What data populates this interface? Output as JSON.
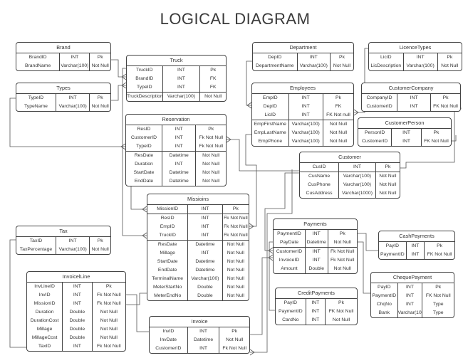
{
  "title": "LOGICAL DIAGRAM",
  "tables": [
    {
      "id": "brand",
      "name": "Brand",
      "sep": [],
      "rows": [
        [
          "BrandID",
          "INT",
          "Pk"
        ],
        [
          "BrandName",
          "Varchar(100)",
          "Not Null"
        ]
      ]
    },
    {
      "id": "types",
      "name": "Types",
      "sep": [],
      "rows": [
        [
          "TypeID",
          "INT",
          "Pk"
        ],
        [
          "TypeName",
          "Varchar(100)",
          "Not Null"
        ]
      ]
    },
    {
      "id": "truck",
      "name": "Truck",
      "sep": [
        3
      ],
      "rows": [
        [
          "TruckID",
          "INT",
          "Pk"
        ],
        [
          "BrandID",
          "INT",
          "FK"
        ],
        [
          "TypeID",
          "INT",
          "FK"
        ],
        [
          "TruckDescription",
          "Varchar(100)",
          "Not Null"
        ]
      ]
    },
    {
      "id": "department",
      "name": "Department",
      "sep": [],
      "rows": [
        [
          "DepID",
          "INT",
          "Pk"
        ],
        [
          "DepartmentName",
          "Varchar(100)",
          "Not Null"
        ]
      ]
    },
    {
      "id": "licencetypes",
      "name": "LicenceTypes",
      "sep": [],
      "rows": [
        [
          "LicID",
          "INT",
          "Pk"
        ],
        [
          "LicDescription",
          "Varchar(100)",
          "Not Null"
        ]
      ]
    },
    {
      "id": "employees",
      "name": "Employees",
      "sep": [
        3
      ],
      "rows": [
        [
          "EmpID",
          "INT",
          "Pk"
        ],
        [
          "DepID",
          "INT",
          "FK"
        ],
        [
          "LicID",
          "INT",
          "FK Not null"
        ],
        [
          "EmpFirstName",
          "Varchar(100)",
          "Not Null"
        ],
        [
          "EmpLastName",
          "Varchar(100)",
          "Not Null"
        ],
        [
          "EmpPhone",
          "Varchar(100)",
          "Not Null"
        ]
      ]
    },
    {
      "id": "customercompany",
      "name": "CustomerCompany",
      "sep": [],
      "rows": [
        [
          "CompanyID",
          "INT",
          "Pk"
        ],
        [
          "CustomerID",
          "INT",
          "FK Not Null"
        ]
      ]
    },
    {
      "id": "customerperson",
      "name": "CustomerPerson",
      "sep": [],
      "rows": [
        [
          "PersonID",
          "INT",
          "Pk"
        ],
        [
          "CustomerID",
          "INT",
          "FK Not Null"
        ]
      ]
    },
    {
      "id": "reservation",
      "name": "Reservation",
      "sep": [
        3
      ],
      "rows": [
        [
          "ResID",
          "INT",
          "Pk"
        ],
        [
          "CustomerID",
          "INT",
          "Fk Not Null"
        ],
        [
          "TypeID",
          "INT",
          "Fk Not Null"
        ],
        [
          "ResDate",
          "Datetime",
          "Not Null"
        ],
        [
          "Duration",
          "INT",
          "Not Null"
        ],
        [
          "StartDate",
          "Datetime",
          "Not Null"
        ],
        [
          "EndDate",
          "Datetime",
          "Not Null"
        ]
      ]
    },
    {
      "id": "customer",
      "name": "Customer",
      "sep": [
        1
      ],
      "rows": [
        [
          "CusID",
          "INT",
          "Pk"
        ],
        [
          "CusName",
          "Varchar(100)",
          "Not Null"
        ],
        [
          "CusPhone",
          "Varchar(100)",
          "Not Null"
        ],
        [
          "CusAddress",
          "Varchar(1000)",
          "Not Null"
        ]
      ]
    },
    {
      "id": "missions",
      "name": "Missioins",
      "sep": [
        1,
        4
      ],
      "rows": [
        [
          "MissionID",
          "INT",
          "Pk"
        ],
        [
          "ResID",
          "INT",
          "Fk Not Null"
        ],
        [
          "EmpID",
          "INT",
          "Fk Not Null"
        ],
        [
          "TruckID",
          "INT",
          "Fk Not Null"
        ],
        [
          "ResDate",
          "Datetime",
          "Not Null"
        ],
        [
          "Millage",
          "INT",
          "Not Null"
        ],
        [
          "StartDate",
          "Datetime",
          "Not Null"
        ],
        [
          "EndDate",
          "Datetime",
          "Not Null"
        ],
        [
          "TerminalName",
          "Varchar(100)",
          "Not Null"
        ],
        [
          "MeterStartNo",
          "Double",
          "Not Null"
        ],
        [
          "MeterEndNo",
          "Double",
          "Not Null"
        ]
      ]
    },
    {
      "id": "tax",
      "name": "Tax",
      "sep": [],
      "rows": [
        [
          "TaxID",
          "INT",
          "Pk"
        ],
        [
          "TaxPercentage",
          "Varchar(100)",
          "Not Null"
        ]
      ]
    },
    {
      "id": "payments",
      "name": "Payments",
      "sep": [
        2
      ],
      "rows": [
        [
          "PaymentID",
          "INT",
          "Pk"
        ],
        [
          "PayDate",
          "Datetime",
          "Not Null"
        ],
        [
          "CustomerID",
          "INT",
          "Fk Not Null"
        ],
        [
          "InvoiceID",
          "INT",
          "Fk Not Null"
        ],
        [
          "Amount",
          "Double",
          "Not Null"
        ]
      ]
    },
    {
      "id": "cashpayments",
      "name": "CashPayments",
      "sep": [],
      "rows": [
        [
          "PayID",
          "INT",
          "Pk"
        ],
        [
          "PaymentID",
          "INT",
          "FK Not Null"
        ]
      ]
    },
    {
      "id": "chequepayment",
      "name": "ChequePayment",
      "sep": [],
      "rows": [
        [
          "PayID",
          "INT",
          "Pk"
        ],
        [
          "PaymentID",
          "INT",
          "FK Not Null"
        ],
        [
          "ChqNo",
          "INT",
          "Type"
        ],
        [
          "Bank",
          "Varchar(10)",
          "Type"
        ]
      ]
    },
    {
      "id": "creditpayments",
      "name": "CreditPayments",
      "sep": [],
      "rows": [
        [
          "PayID",
          "INT",
          "Pk"
        ],
        [
          "PaymentID",
          "INT",
          "FK Not Null"
        ],
        [
          "CardNo",
          "INT",
          "Not Null"
        ]
      ]
    },
    {
      "id": "invoiceline",
      "name": "InvoicelLine",
      "sep": [],
      "rows": [
        [
          "InvLineID",
          "INT",
          "Pk"
        ],
        [
          "InvID",
          "INT",
          "Fk Not Null"
        ],
        [
          "MissionID",
          "INT",
          "Fk Not Null"
        ],
        [
          "Duration",
          "Double",
          "Not Null"
        ],
        [
          "DurationCost",
          "Double",
          "Not Null"
        ],
        [
          "Millage",
          "Double",
          "Not Null"
        ],
        [
          "MillageCost",
          "Double",
          "Not Null"
        ],
        [
          "TaxID",
          "INT",
          "Fk Not Null"
        ]
      ]
    },
    {
      "id": "invoice",
      "name": "Invoice",
      "sep": [],
      "rows": [
        [
          "InvID",
          "INT",
          "Pk"
        ],
        [
          "InvDate",
          "Datetime",
          "Not Null"
        ],
        [
          "CustomerID",
          "INT",
          "Fk Not Null"
        ]
      ]
    }
  ]
}
